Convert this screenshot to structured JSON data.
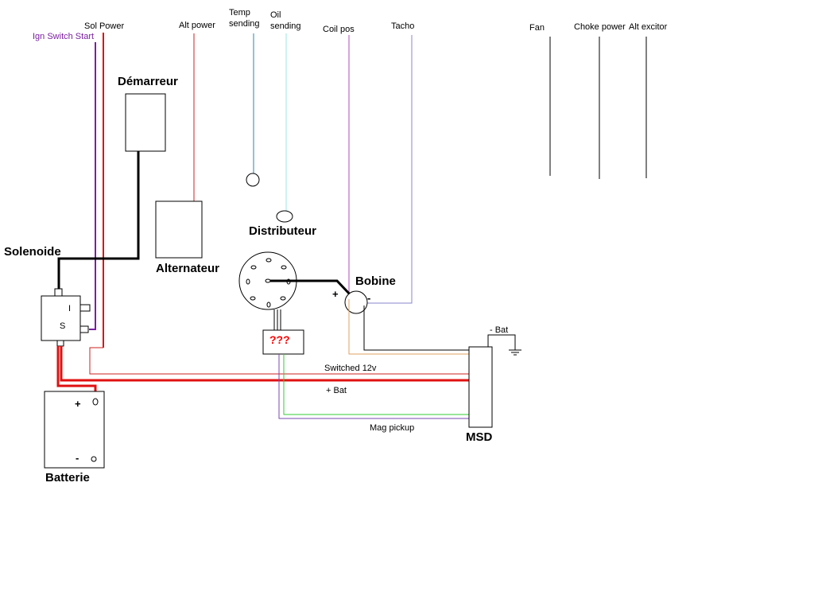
{
  "colors": {
    "black": "#000000",
    "purple": "#7a1fa2",
    "red": "#e01010",
    "wire_red": "#cc2222",
    "teal": "#2a86b0",
    "cyan": "#99e6e6",
    "magenta": "#b04ab8",
    "lavender": "#8a86cc",
    "orange": "#e0a060",
    "green": "#33cc33",
    "violet": "#7a4ab0",
    "bright_red": "#ff0000"
  },
  "top_labels": {
    "ign_switch_start": "Ign Switch Start",
    "sol_power": "Sol Power",
    "alt_power": "Alt power",
    "temp_sending_1": "Temp",
    "temp_sending_2": "sending",
    "oil_sending_1": "Oil",
    "oil_sending_2": "sending",
    "coil_pos": "Coil pos",
    "tacho": "Tacho",
    "fan": "Fan",
    "choke_power": "Choke power",
    "alt_excitor": "Alt excitor"
  },
  "components": {
    "demarreur": "Démarreur",
    "alternateur": "Alternateur",
    "distributeur": "Distributeur",
    "solenoide": "Solenoide",
    "bobine": "Bobine",
    "batterie": "Batterie",
    "msd": "MSD",
    "unknown_box": "???"
  },
  "terminals": {
    "solenoid_i": "I",
    "solenoid_s": "S",
    "battery_plus": "+",
    "battery_minus": "-",
    "coil_plus": "+",
    "coil_minus": "-"
  },
  "wire_labels": {
    "neg_bat": "- Bat",
    "switched_12v": "Switched 12v",
    "plus_bat": "+ Bat",
    "mag_pickup": "Mag pickup"
  }
}
